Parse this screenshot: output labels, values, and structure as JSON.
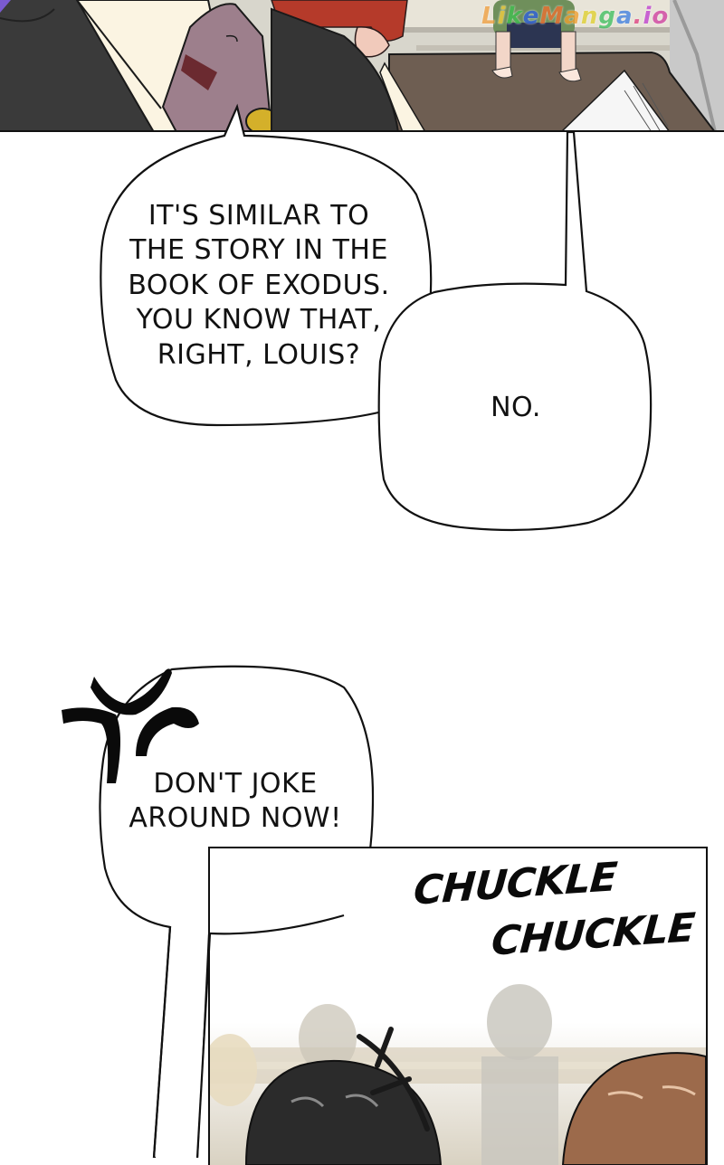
{
  "watermark": {
    "text": "LikeManga.io",
    "letters": [
      "L",
      "i",
      "k",
      "e",
      "M",
      "a",
      "n",
      "g",
      "a",
      ".",
      "i",
      "o"
    ],
    "colors": [
      "#f0a040",
      "#f5d040",
      "#40c050",
      "#3060e0",
      "#f07030",
      "#f0a030",
      "#e0d030",
      "#40c060",
      "#4080e0",
      "#e04080",
      "#c040d0",
      "#d040a0"
    ]
  },
  "panels": {
    "top_panel": {
      "description": "Classroom scene: character in dark jacket with lavender ribbon; child in red shirt and green top sitting on desk",
      "colors": {
        "jacket": "#3a3a3a",
        "shirt": "#fbf4e2",
        "ribbon": "#9d7f8c",
        "red_shirt": "#b53a2a",
        "desk": "#6e5e52",
        "background": "#d8d6cc",
        "badge": "#d4b02a"
      }
    },
    "bottom_panel": {
      "description": "Back of two characters' heads (dark hair and brown hair) in classroom with blurred background",
      "sfx_line1": "CHUCKLE",
      "sfx_line2": "CHUCKLE",
      "colors": {
        "dark_hair": "#2b2b2b",
        "brown_hair": "#9c6a4b",
        "background": "#d9d2c2"
      }
    }
  },
  "bubbles": {
    "bubble1": {
      "lines": [
        "IT'S SIMILAR TO",
        "THE STORY IN THE",
        "BOOK OF EXODUS.",
        "YOU KNOW THAT,",
        "RIGHT, LOUIS?"
      ]
    },
    "bubble2": {
      "lines": [
        "NO."
      ]
    },
    "bubble3": {
      "lines": [
        "DON'T JOKE",
        "AROUND NOW!"
      ],
      "emote": "anger-mark"
    }
  }
}
